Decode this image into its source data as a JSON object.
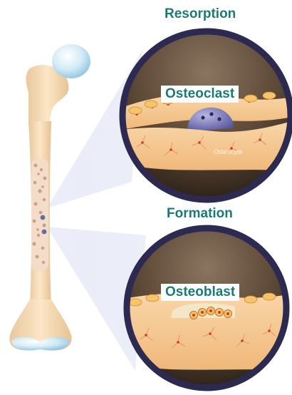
{
  "resorption": {
    "heading": "Resorption",
    "cell_label": "Osteoclast",
    "tissue_label": "Osteocyte"
  },
  "formation": {
    "heading": "Formation",
    "cell_label": "Osteoblast"
  },
  "colors": {
    "heading_teal": "#1a7a78",
    "bone_cream": "#f6dcb4",
    "cartilage_blue": "#b9ddf0",
    "lens_rim": "#2d2a52",
    "cavity_brown": "#4a3a2a",
    "cell_red": "#d03a2a",
    "osteoclast_purple": "#6a6aa8"
  }
}
